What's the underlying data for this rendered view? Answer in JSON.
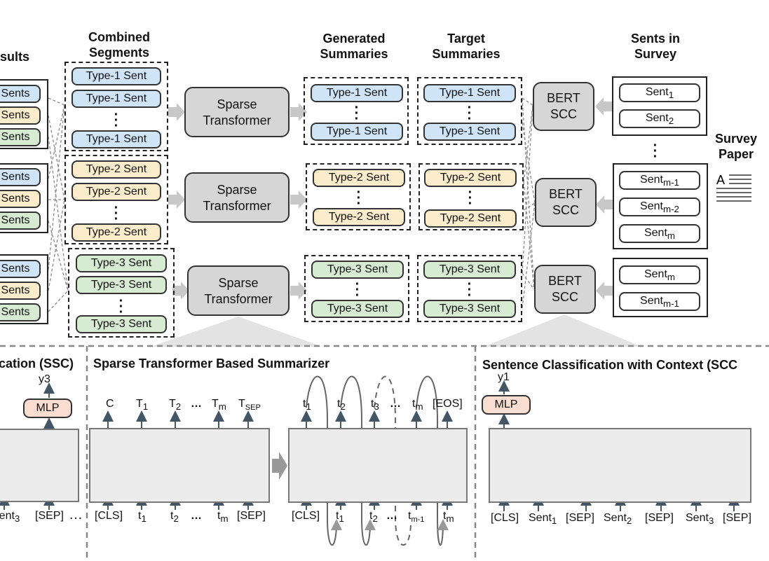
{
  "headers": {
    "results": "sults",
    "combined_segments_line1": "Combined",
    "combined_segments_line2": "Segments",
    "generated_line1": "Generated",
    "generated_line2": "Summaries",
    "target_line1": "Target",
    "target_line2": "Summaries",
    "sents_survey_line1": "Sents in",
    "sents_survey_line2": "Survey",
    "survey_paper_line1": "Survey",
    "survey_paper_line2": "Paper"
  },
  "left_results": [
    "Sents",
    "Sents",
    "Sents"
  ],
  "segments": {
    "type1": "Type-1 Sent",
    "type2": "Type-2 Sent",
    "type3": "Type-3 Sent"
  },
  "model": {
    "sparse_line1": "Sparse",
    "sparse_line2": "Transformer",
    "bert_line1": "BERT",
    "bert_line2": "SCC"
  },
  "survey_sents": {
    "sent": "Sent",
    "sub_1": "1",
    "sub_2": "2",
    "sub_m1": "m-1",
    "sub_m2": "m-2",
    "sub_m": "m"
  },
  "bottom": {
    "ssc_title": "cation (SSC)",
    "ssc_out": "y3",
    "mlp": "MLP",
    "ssc_inputs": [
      "Sent",
      "3",
      "[SEP]"
    ],
    "sts_title": "Sparse Transformer Based Summarizer",
    "enc_outputs": [
      "C",
      "T",
      "1",
      "T",
      "2",
      "T",
      "m",
      "T",
      "SEP"
    ],
    "enc_inputs": [
      "[CLS]",
      "t",
      "1",
      "t",
      "2",
      "t",
      "m",
      "[SEP]"
    ],
    "dec_outputs": [
      "t",
      "1",
      "t",
      "2",
      "t",
      "3",
      "t",
      "m",
      "[EOS]"
    ],
    "dec_inputs": [
      "[CLS]",
      "t",
      "1",
      "t",
      "2",
      "t",
      "m-1",
      "t",
      "m"
    ],
    "scc_title": "Sentence Classification with Context (SCC",
    "scc_out": "y1",
    "scc_inputs": [
      "[CLS]",
      "Sent",
      "1",
      "[SEP]",
      "Sent",
      "2",
      "[SEP]",
      "Sent",
      "3",
      "[SEP]"
    ],
    "ellipsis": "…"
  }
}
